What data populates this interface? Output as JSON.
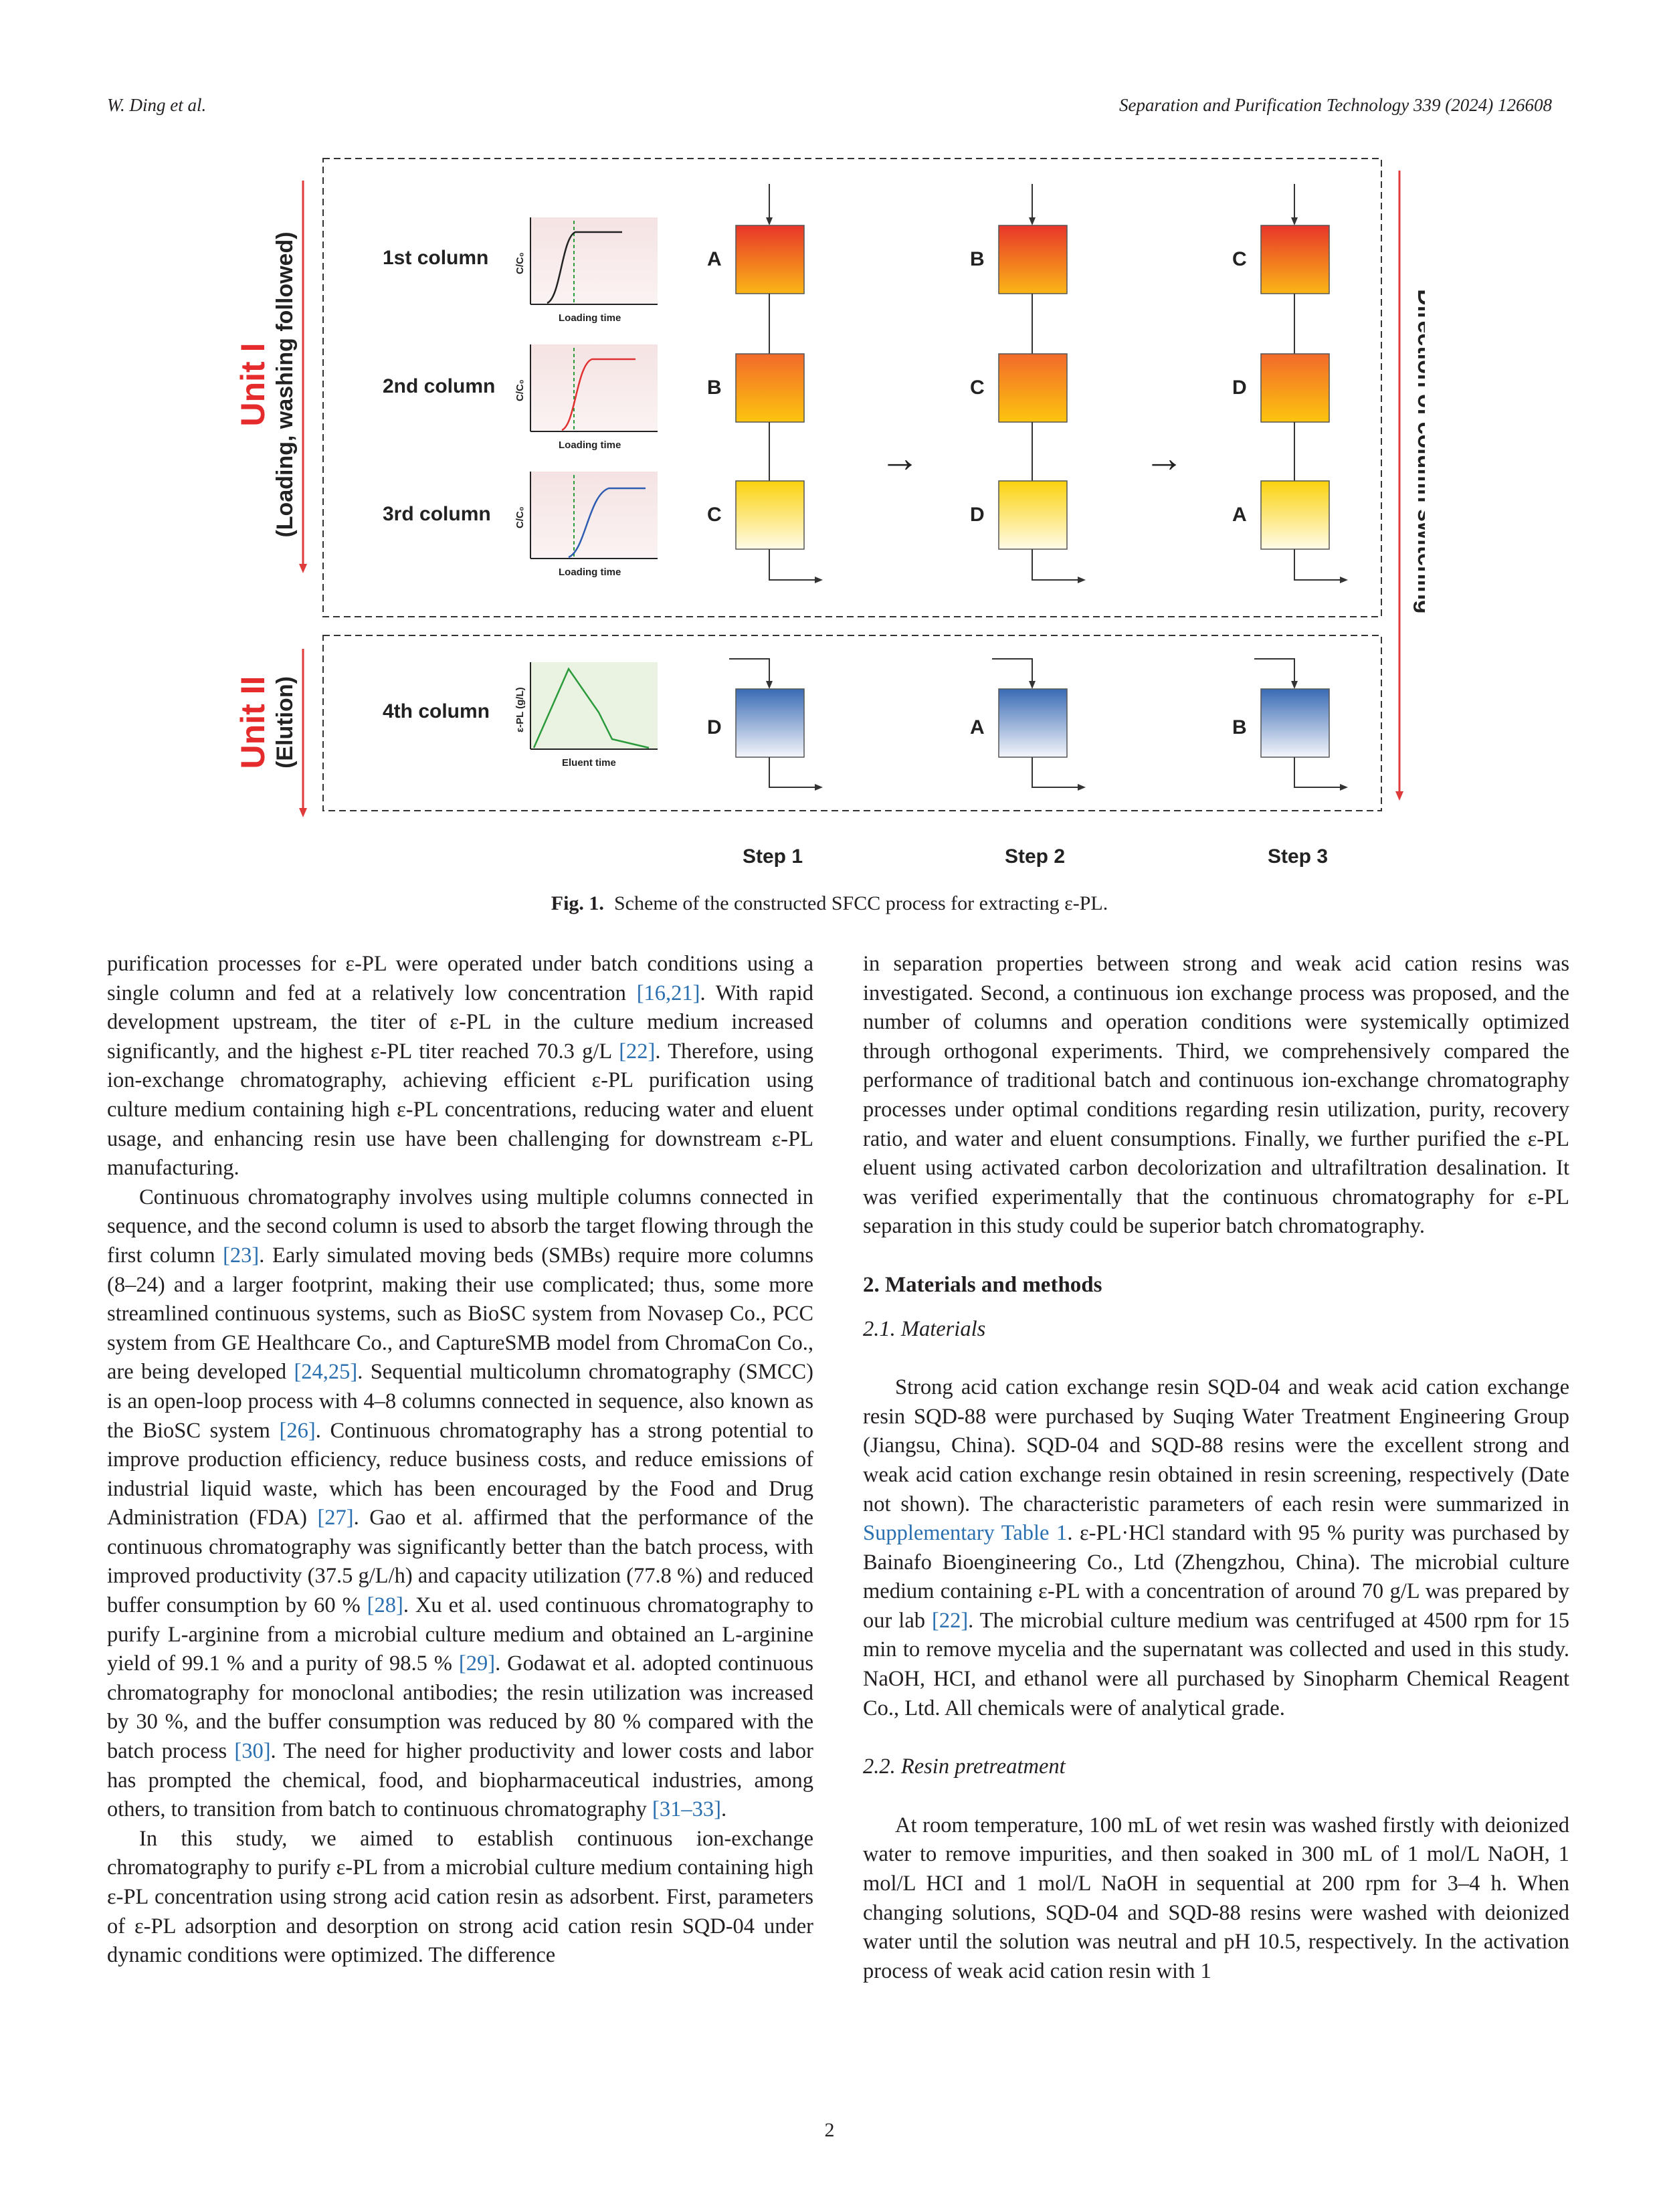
{
  "header": {
    "left": "W. Ding et al.",
    "right": "Separation and Purification Technology 339 (2024) 126608"
  },
  "figure": {
    "unit1_label": "Unit I",
    "unit1_sub": "(Loading, washing followed)",
    "unit2_label": "Unit II",
    "unit2_sub": "(Elution)",
    "direction_label": "Direction of column switching",
    "col1": "1st column",
    "col2": "2nd column",
    "col3": "3rd column",
    "col4": "4th column",
    "y_label": "C/C₀",
    "y_label2": "ε-PL (g/L)",
    "x_label": "Loading time",
    "x_label2": "Eluent time",
    "arrow": "→",
    "step1": "Step 1",
    "step2": "Step 2",
    "step3": "Step 3",
    "s1": [
      "A",
      "B",
      "C",
      "D"
    ],
    "s2": [
      "B",
      "C",
      "D",
      "A"
    ],
    "s3": [
      "C",
      "D",
      "A",
      "B"
    ]
  },
  "caption": {
    "label": "Fig. 1.",
    "text": "Scheme of the constructed SFCC process for extracting ε-PL."
  },
  "left_column": {
    "p1": [
      "purification processes for ε-PL were operated under batch conditions using a single column and fed at a relatively low concentration ",
      "[16,21]",
      ". With rapid development upstream, the titer of ε-PL in the culture medium increased significantly, and the highest ε-PL titer reached 70.3 g/L ",
      "[22]",
      ". Therefore, using ion-exchange chromatography, achieving efficient ε-PL purification using culture medium containing high ε-PL concentrations, reducing water and eluent usage, and enhancing resin use have been challenging for downstream ε-PL manufacturing."
    ],
    "p2": [
      "Continuous chromatography involves using multiple columns connected in sequence, and the second column is used to absorb the target flowing through the first column ",
      "[23]",
      ". Early simulated moving beds (SMBs) require more columns (8–24) and a larger footprint, making their use complicated; thus, some more streamlined continuous systems, such as BioSC system from Novasep Co., PCC system from GE Healthcare Co., and CaptureSMB model from ChromaCon Co., are being developed ",
      "[24,25]",
      ". Sequential multicolumn chromatography (SMCC) is an open-loop process with 4–8 columns connected in sequence, also known as the BioSC system ",
      "[26]",
      ". Continuous chromatography has a strong potential to improve production efficiency, reduce business costs, and reduce emissions of industrial liquid waste, which has been encouraged by the Food and Drug Administration (FDA) ",
      "[27]",
      ". Gao et al. affirmed that the performance of the continuous chromatography was significantly better than the batch process, with improved productivity (37.5 g/L/h) and capacity utilization (77.8 %) and reduced buffer consumption by 60 % ",
      "[28]",
      ". Xu et al. used continuous chromatography to purify L-arginine from a microbial culture medium and obtained an L-arginine yield of 99.1 % and a purity of 98.5 % ",
      "[29]",
      ". Godawat et al. adopted continuous chromatography for monoclonal antibodies; the resin utilization was increased by 30 %, and the buffer consumption was reduced by 80 % compared with the batch process ",
      "[30]",
      ". The need for higher productivity and lower costs and labor has prompted the chemical, food, and biopharmaceutical industries, among others, to transition from batch to continuous chromatography ",
      "[31–33]",
      "."
    ],
    "p3": "In this study, we aimed to establish continuous ion-exchange chromatography to purify ε-PL from a microbial culture medium containing high ε-PL concentration using strong acid cation resin as adsorbent. First, parameters of ε-PL adsorption and desorption on strong acid cation resin SQD-04 under dynamic conditions were optimized. The difference"
  },
  "right_column": {
    "p1": "in separation properties between strong and weak acid cation resins was investigated. Second, a continuous ion exchange process was proposed, and the number of columns and operation conditions were systemically optimized through orthogonal experiments. Third, we comprehensively compared the performance of traditional batch and continuous ion-exchange chromatography processes under optimal conditions regarding resin utilization, purity, recovery ratio, and water and eluent consumptions. Finally, we further purified the ε-PL eluent using activated carbon decolorization and ultrafiltration desalination. It was verified experimentally that the continuous chromatography for ε-PL separation in this study could be superior batch chromatography.",
    "sec2": "2.  Materials and methods",
    "sub21": "2.1.  Materials",
    "p2": [
      "Strong acid cation exchange resin SQD-04 and weak acid cation exchange resin SQD-88 were purchased by Suqing Water Treatment Engineering Group (Jiangsu, China). SQD-04 and SQD-88 resins were the excellent strong and weak acid cation exchange resin obtained in resin screening, respectively (Date not shown). The characteristic parameters of each resin were summarized in ",
      "Supplementary Table 1",
      ". ε-PL·HCl standard with 95 % purity was purchased by Bainafo Bioengineering Co., Ltd (Zhengzhou, China). The microbial culture medium containing ε-PL with a concentration of around 70 g/L was prepared by our lab ",
      "[22]",
      ". The microbial culture medium was centrifuged at 4500 rpm for 15 min to remove mycelia and the supernatant was collected and used in this study. NaOH, HCI, and ethanol were all purchased by Sinopharm Chemical Reagent Co., Ltd. All chemicals were of analytical grade."
    ],
    "sub22": "2.2.  Resin pretreatment",
    "p3": "At room temperature, 100 mL of wet resin was washed firstly with deionized water to remove impurities, and then soaked in 300 mL of 1 mol/L NaOH, 1 mol/L HCI and 1 mol/L NaOH in sequential at 200 rpm for 3–4 h. When changing solutions, SQD-04 and SQD-88 resins were washed with deionized water until the solution was neutral and pH 10.5, respectively. In the activation process of weak acid cation resin with 1"
  },
  "page_number": "2"
}
